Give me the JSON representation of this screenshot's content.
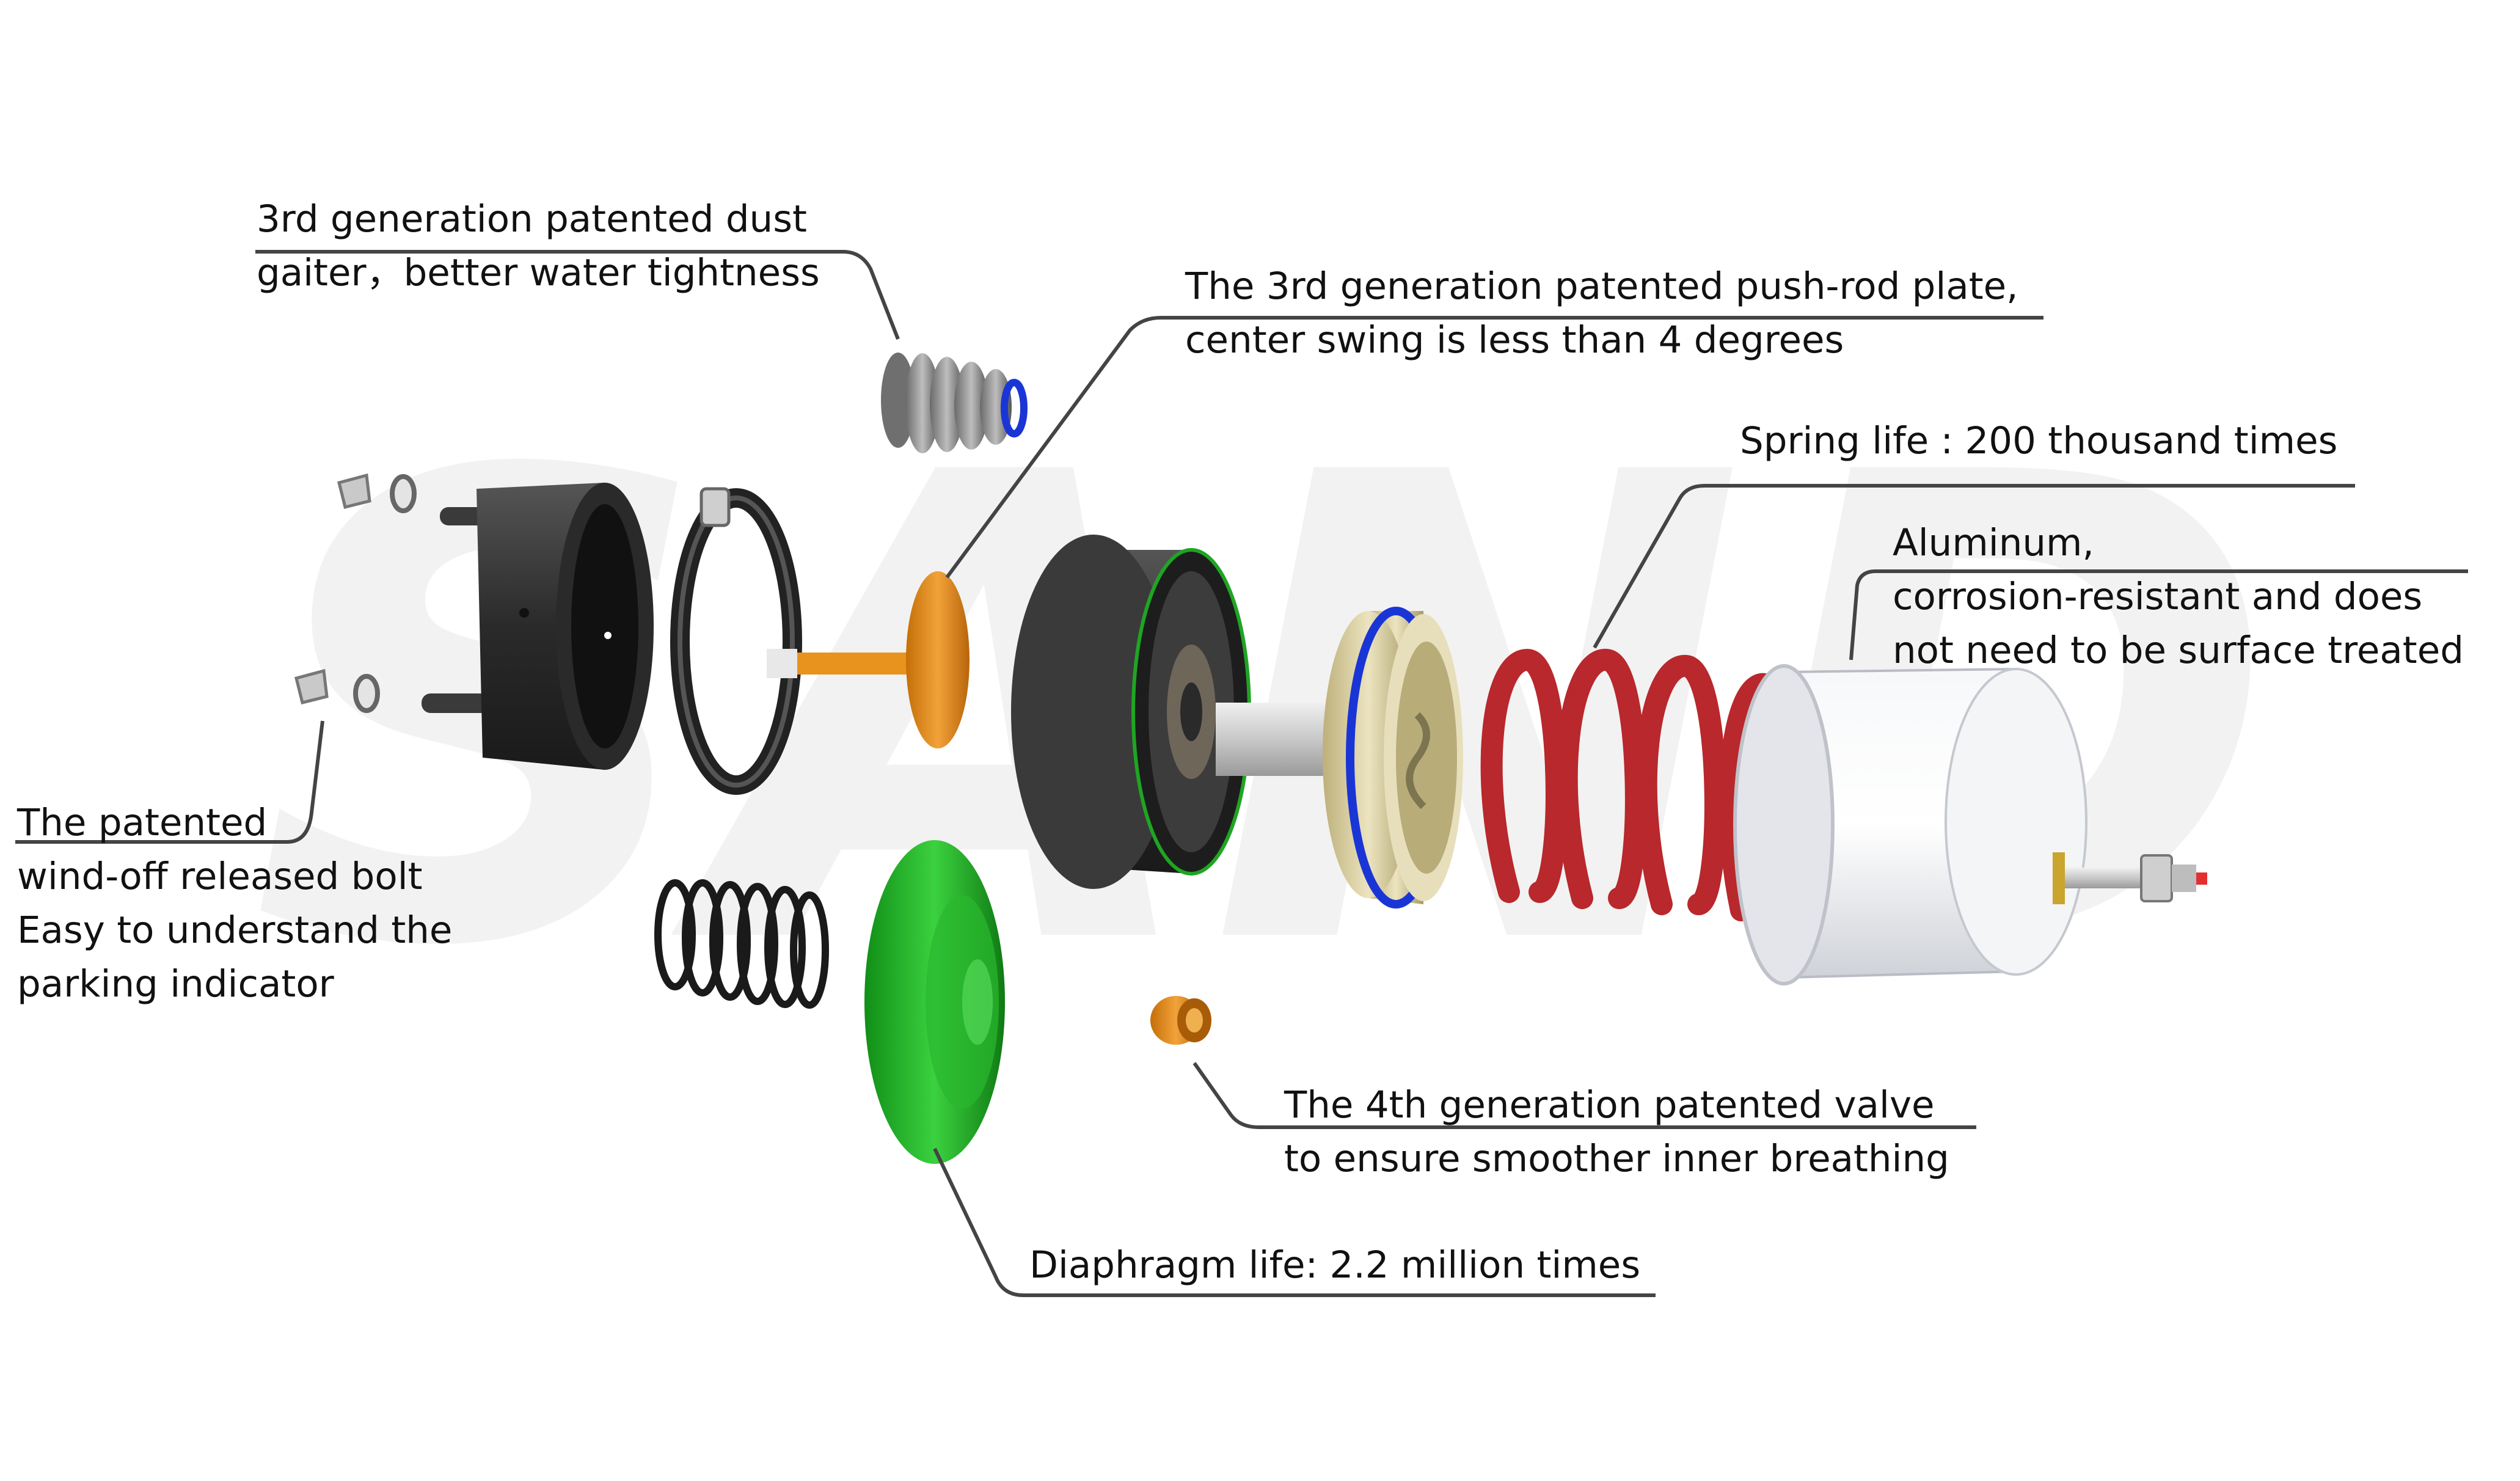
{
  "watermark": "SAND",
  "colors": {
    "leader": "#444444",
    "spring_red": "#b8282c",
    "diaphragm_green": "#1fa523",
    "plate_orange": "#e08a14",
    "housing_dark": "#2e2e2e",
    "aluminum": "#e8eaee",
    "seal_blue": "#1a35d6",
    "piston_gold": "#d8cfa4",
    "watermark": "#f0f0f0"
  },
  "labels": {
    "dust_gaiter": [
      "3rd generation patented dust",
      "gaiter，better water tightness"
    ],
    "push_rod_plate": [
      "The 3rd generation patented push-rod plate,",
      "center swing is less than 4 degrees"
    ],
    "spring_life": [
      "Spring life : 200 thousand times"
    ],
    "aluminum": [
      "Aluminum,",
      "corrosion-resistant and does",
      "not need to be surface treated"
    ],
    "release_bolt": [
      "The patented",
      "wind-off released bolt",
      "Easy to understand the",
      "parking indicator"
    ],
    "valve": [
      "The 4th generation patented valve",
      "to ensure smoother inner breathing"
    ],
    "diaphragm_life": [
      "Diaphragm life: 2.2 million times"
    ]
  }
}
